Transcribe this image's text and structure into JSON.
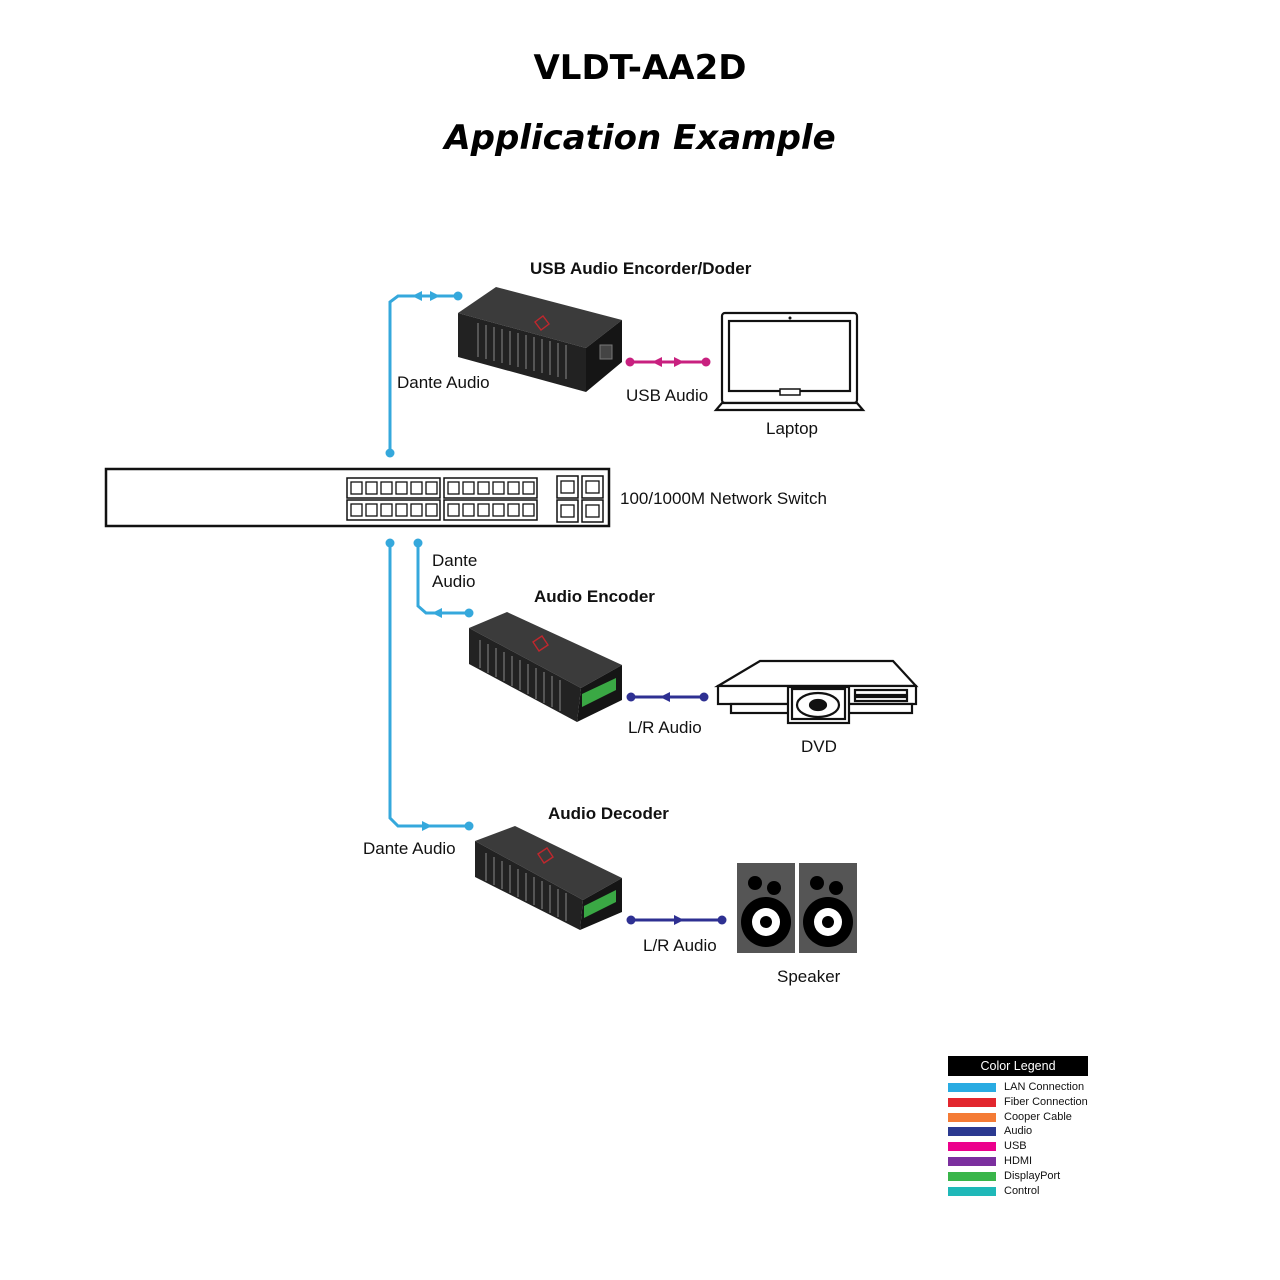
{
  "title": "VLDT-AA2D",
  "subtitle": "Application Example",
  "devices": {
    "usb_codec": "USB Audio Encorder/Doder",
    "encoder": "Audio Encoder",
    "decoder": "Audio Decoder",
    "switch": "100/1000M Network Switch",
    "laptop": "Laptop",
    "dvd": "DVD",
    "speaker": "Speaker"
  },
  "connections": {
    "dante_top": "Dante Audio",
    "usb_audio": "USB Audio",
    "dante_mid_1": "Dante",
    "dante_mid_2": "Audio",
    "lr_audio_enc": "L/R Audio",
    "dante_bottom": "Dante Audio",
    "lr_audio_dec": "L/R Audio"
  },
  "legend": {
    "title": "Color Legend",
    "items": [
      {
        "label": "LAN Connection",
        "color": "#29abe2"
      },
      {
        "label": "Fiber Connection",
        "color": "#e2262e"
      },
      {
        "label": "Cooper Cable",
        "color": "#f47b35"
      },
      {
        "label": "Audio",
        "color": "#2b3990"
      },
      {
        "label": "USB",
        "color": "#ec008c"
      },
      {
        "label": "HDMI",
        "color": "#7b2f9e"
      },
      {
        "label": "DisplayPort",
        "color": "#39b54a"
      },
      {
        "label": "Control",
        "color": "#1fb8b8"
      }
    ]
  },
  "colors": {
    "lan": "#35a8dc",
    "usb": "#c8207f",
    "audio": "#2e3092"
  }
}
